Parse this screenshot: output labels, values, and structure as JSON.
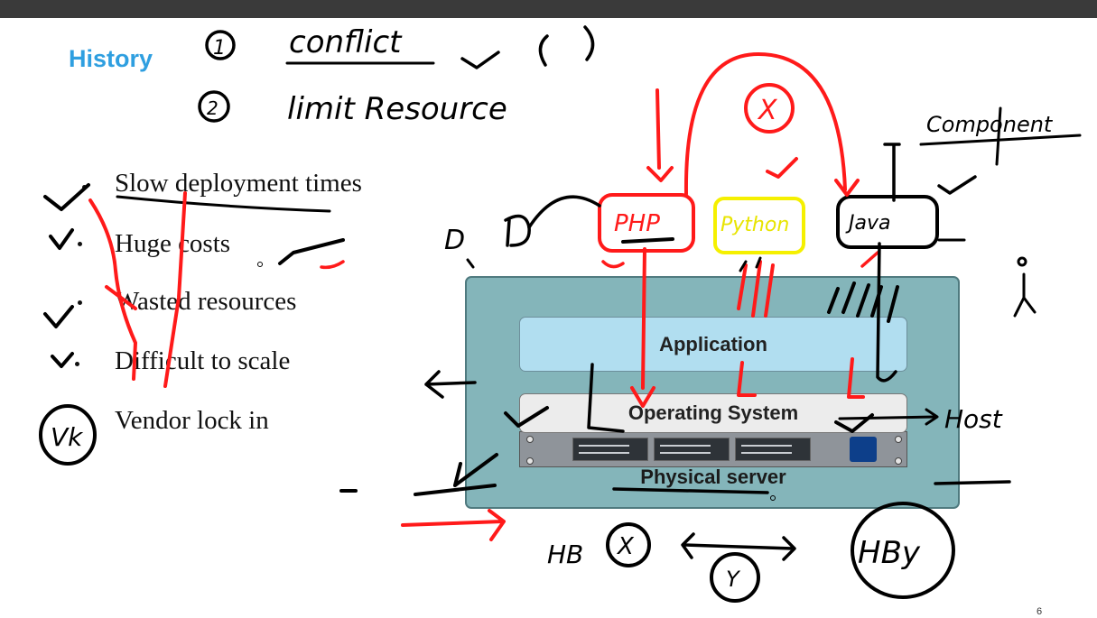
{
  "slide": {
    "title": "History",
    "page_number": "6"
  },
  "bullets": [
    "Slow deployment times",
    "Huge costs",
    "Wasted resources",
    "Difficult to scale",
    "Vendor  lock in"
  ],
  "diagram": {
    "application_label": "Application",
    "os_label": "Operating System",
    "physical_label": "Physical server"
  },
  "handwriting": {
    "note1": "conflict",
    "note2": "limit Resource",
    "num1": "1",
    "num2": "2",
    "php": "PHP",
    "python": "Python",
    "java": "Java",
    "x_mark": "X",
    "component": "Component",
    "host": "Host",
    "hb": "HB",
    "x2": "X",
    "y2": "Y",
    "hby": "HBy",
    "left_mark": "D",
    "vk": "Vk"
  },
  "colors": {
    "title": "#2f9fe0",
    "ink_black": "#000000",
    "ink_red": "#ff1a1a",
    "ink_yellow": "#f5f000",
    "server": "#84b5ba",
    "app": "#b1def0"
  }
}
